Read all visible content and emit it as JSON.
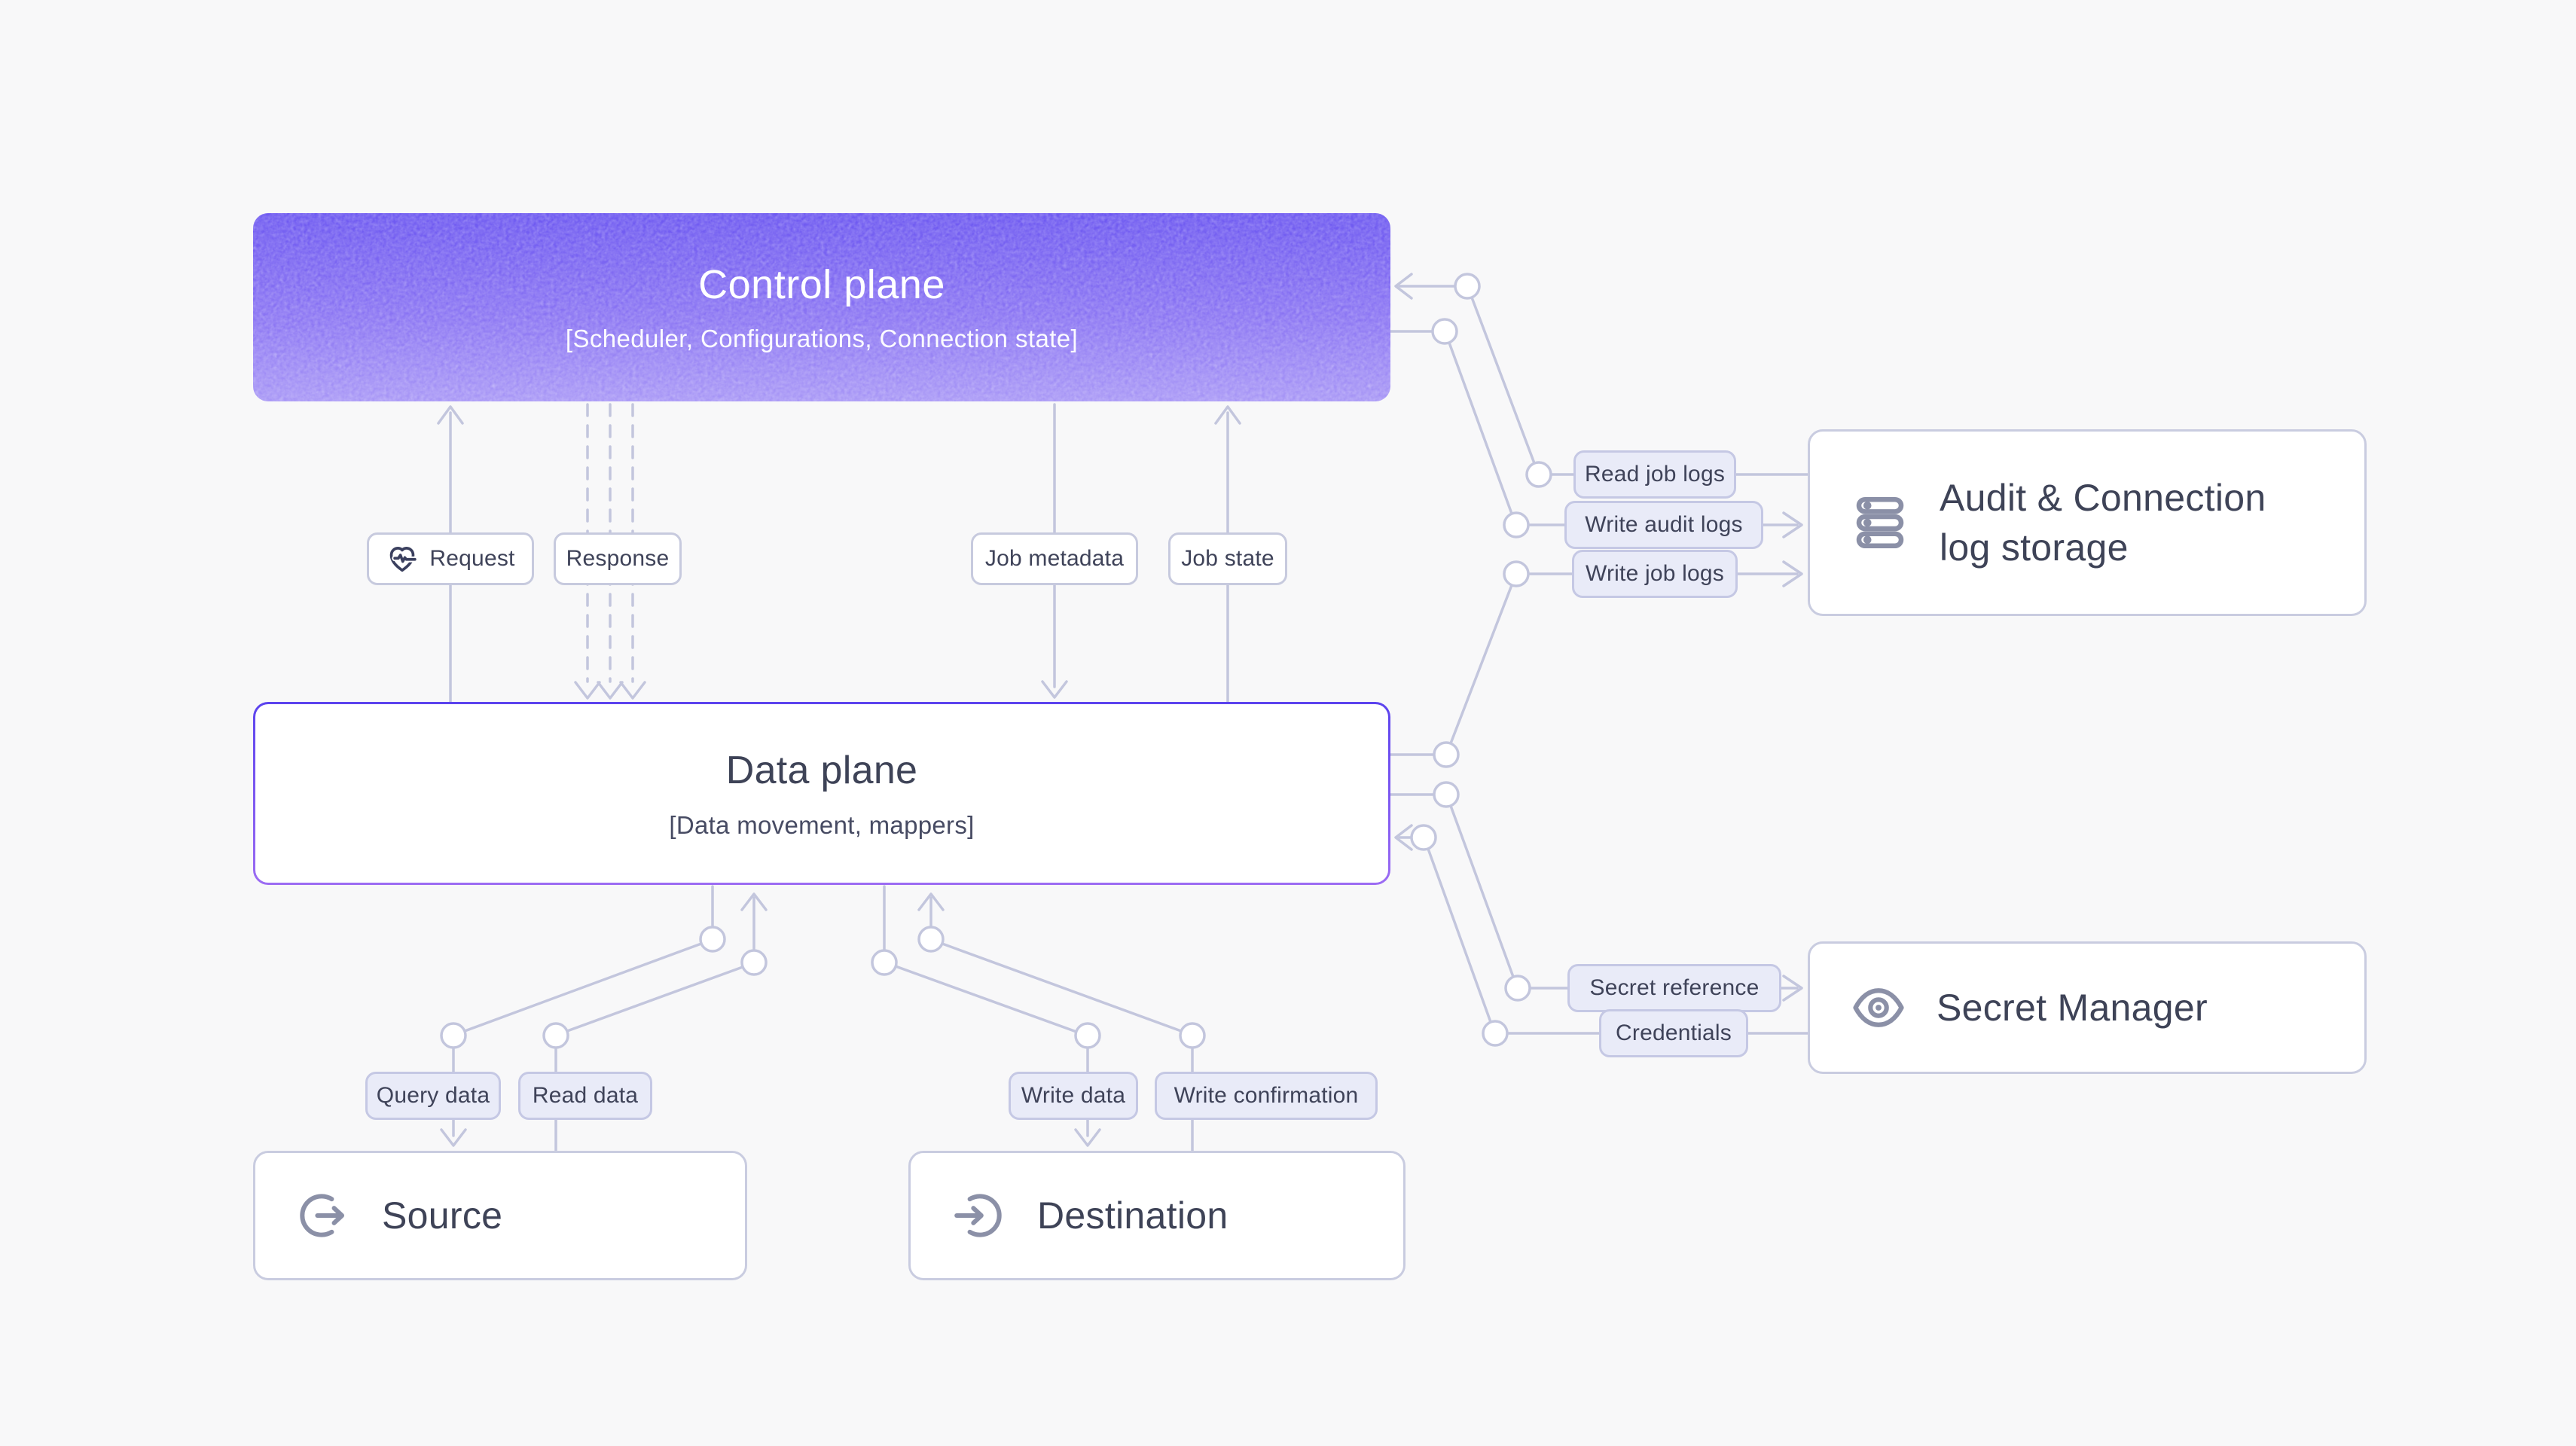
{
  "colors": {
    "background": "#f8f8f9",
    "wire": "#c3c6dd",
    "text": "#3e4357",
    "data_plane_border_top": "#5b43ee",
    "data_plane_border_bottom": "#9c6cf3",
    "control_gradient_top": "#6d58f1",
    "control_gradient_bottom": "#a897f6",
    "pill_fill": "#e9ebf8",
    "pill_border": "#c5c8e4",
    "entity_border": "#c9cce0",
    "icon_grey": "#8b90a7",
    "icon_dark": "#3a3f5e"
  },
  "nodes": {
    "control_plane": {
      "title": "Control plane",
      "subtitle": "[Scheduler, Configurations, Connection state]"
    },
    "data_plane": {
      "title": "Data plane",
      "subtitle": "[Data movement, mappers]"
    },
    "source": {
      "title": "Source",
      "icon": "arrow-out-circle-icon"
    },
    "destination": {
      "title": "Destination",
      "icon": "arrow-in-circle-icon"
    },
    "audit_log_storage": {
      "title": "Audit & Connection log storage",
      "icon": "server-stack-icon"
    },
    "secret_manager": {
      "title": "Secret Manager",
      "icon": "eye-icon"
    }
  },
  "edges": {
    "request": {
      "label": "Request",
      "from": "data_plane",
      "to": "control_plane",
      "style": "solid",
      "icon": "heart-pulse-icon"
    },
    "response": {
      "label": "Response",
      "from": "control_plane",
      "to": "data_plane",
      "style": "dashed-triple"
    },
    "job_metadata": {
      "label": "Job metadata",
      "from": "control_plane",
      "to": "data_plane",
      "style": "solid"
    },
    "job_state": {
      "label": "Job state",
      "from": "data_plane",
      "to": "control_plane",
      "style": "solid"
    },
    "read_job_logs": {
      "label": "Read job logs",
      "from": "audit_log_storage",
      "to": "control_plane",
      "style": "solid"
    },
    "write_audit_logs": {
      "label": "Write audit logs",
      "from": "control_plane",
      "to": "audit_log_storage",
      "style": "solid"
    },
    "write_job_logs": {
      "label": "Write job logs",
      "from": "data_plane",
      "to": "audit_log_storage",
      "style": "solid"
    },
    "secret_reference": {
      "label": "Secret reference",
      "from": "data_plane",
      "to": "secret_manager",
      "style": "solid"
    },
    "credentials": {
      "label": "Credentials",
      "from": "secret_manager",
      "to": "data_plane",
      "style": "solid"
    },
    "query_data": {
      "label": "Query data",
      "from": "data_plane",
      "to": "source",
      "style": "solid"
    },
    "read_data": {
      "label": "Read data",
      "from": "source",
      "to": "data_plane",
      "style": "solid"
    },
    "write_data": {
      "label": "Write data",
      "from": "data_plane",
      "to": "destination",
      "style": "solid"
    },
    "write_confirmation": {
      "label": "Write confirmation",
      "from": "destination",
      "to": "data_plane",
      "style": "solid"
    }
  }
}
